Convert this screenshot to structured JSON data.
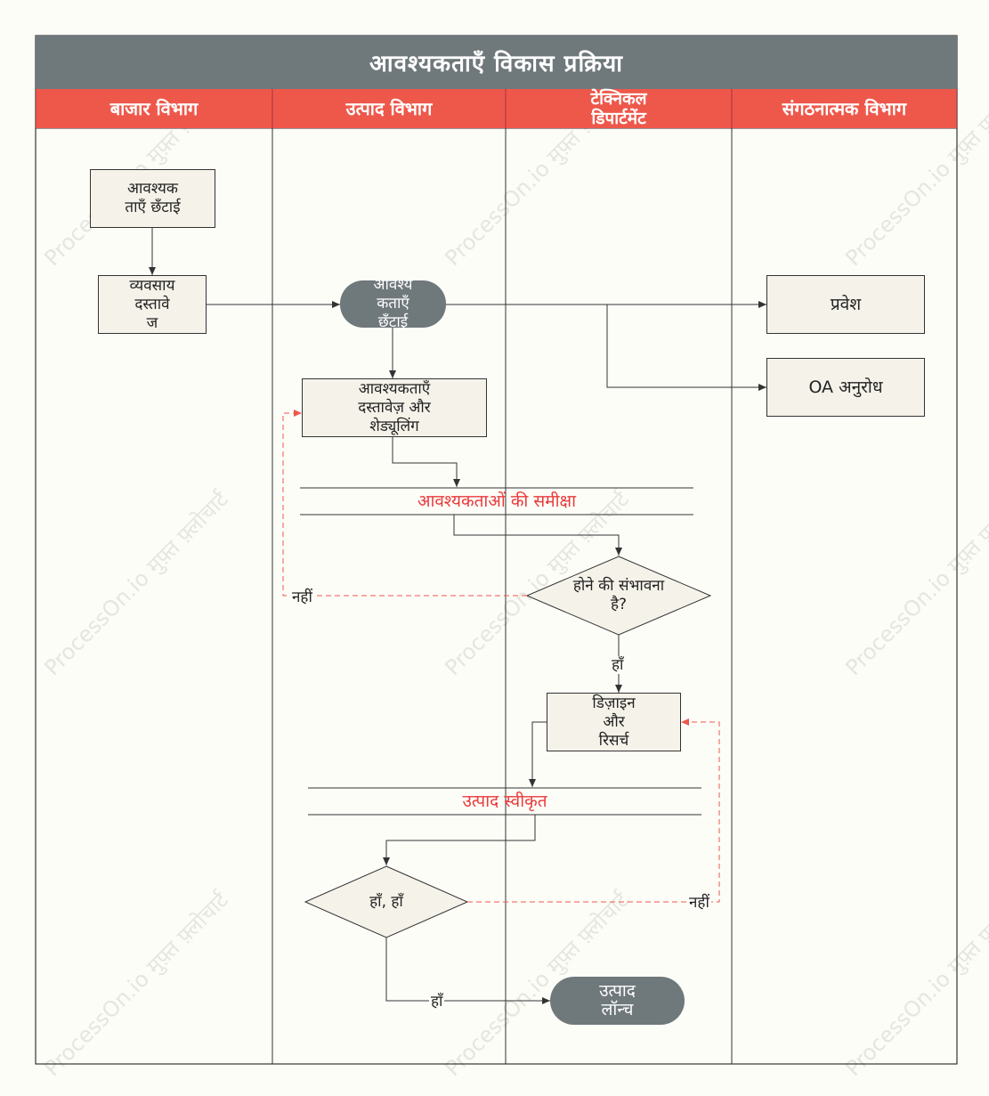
{
  "title": "आवश्यकताएँ विकास प्रक्रिया",
  "lanes": [
    {
      "label": "बाजार विभाग"
    },
    {
      "label": "उत्पाद विभाग"
    },
    {
      "label": "टेक्निकल\nडिपार्टमेंट"
    },
    {
      "label": "संगठनात्मक विभाग"
    }
  ],
  "nodes": {
    "req_sorting": "आवश्यक\nताएँ छँटाई",
    "business_doc": "व्यवसाय\nदस्तावे\nज",
    "req_sorting2": "आवश्य\nकताएँ\nछँटाई",
    "req_doc_sched": "आवश्यकताएँ\nदस्तावेज़ और\nशेड्यूलिंग",
    "feasibility": "होने की संभावना\nहै?",
    "design_research": "डिज़ाइन\nऔर\nरिसर्च",
    "yes_yes": "हाँ, हाँ",
    "product_launch": "उत्पाद\nलॉन्च",
    "entry": "प्रवेश",
    "oa_request": "OA अनुरोध"
  },
  "sync_bars": {
    "req_review": "आवश्यकताओं की समीक्षा",
    "product_accept": "उत्पाद स्वीकृत"
  },
  "edge_labels": {
    "no1": "नहीं",
    "yes1": "हाँ",
    "no2": "नहीं",
    "yes2": "हाँ"
  },
  "watermark": "ProcessOn.io मुफ़्त फ़्लोचार्ट",
  "colors": {
    "title_bg": "#6f787b",
    "lane_head_bg": "#ee584b",
    "process_fill": "#f5f2e9",
    "terminal_fill": "#6f787b",
    "reject_line": "#ee584b",
    "sync_text": "#e83a3a"
  }
}
